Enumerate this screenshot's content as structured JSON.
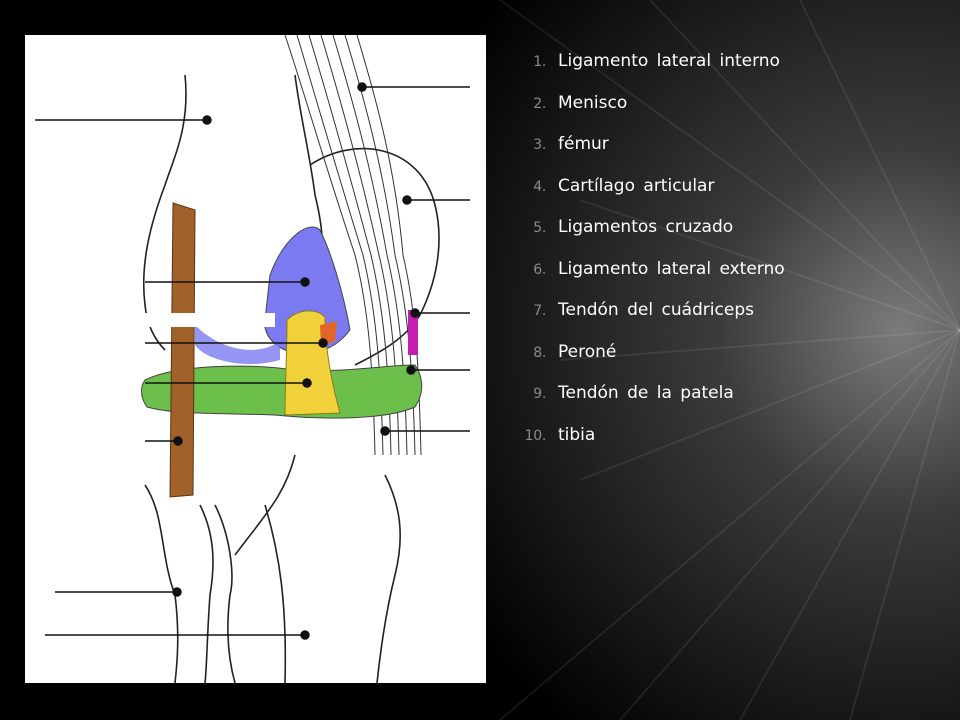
{
  "slide": {
    "colors": {
      "background": "#000000",
      "text": "#ffffff",
      "number": "#8a8a8a"
    },
    "list": [
      {
        "num": "1.",
        "label": "Ligamento lateral interno"
      },
      {
        "num": "2.",
        "label": "Menisco"
      },
      {
        "num": "3.",
        "label": "fémur"
      },
      {
        "num": "4.",
        "label": "Cartílago articular"
      },
      {
        "num": "5.",
        "label": "Ligamentos cruzado"
      },
      {
        "num": "6.",
        "label": "Ligamento lateral externo"
      },
      {
        "num": "7.",
        "label": "Tendón del cuádriceps"
      },
      {
        "num": "8.",
        "label": "Peroné"
      },
      {
        "num": "9.",
        "label": "Tendón de la patela"
      },
      {
        "num": "10.",
        "label": "tibia"
      }
    ]
  },
  "diagram": {
    "colors": {
      "cartilage": "#7b7af0",
      "meniscus": "#6cbf4a",
      "cruciate": "#f2d23a",
      "ligament_brown": "#a0622a",
      "orange": "#e0662a",
      "magenta": "#c21fb0"
    }
  }
}
